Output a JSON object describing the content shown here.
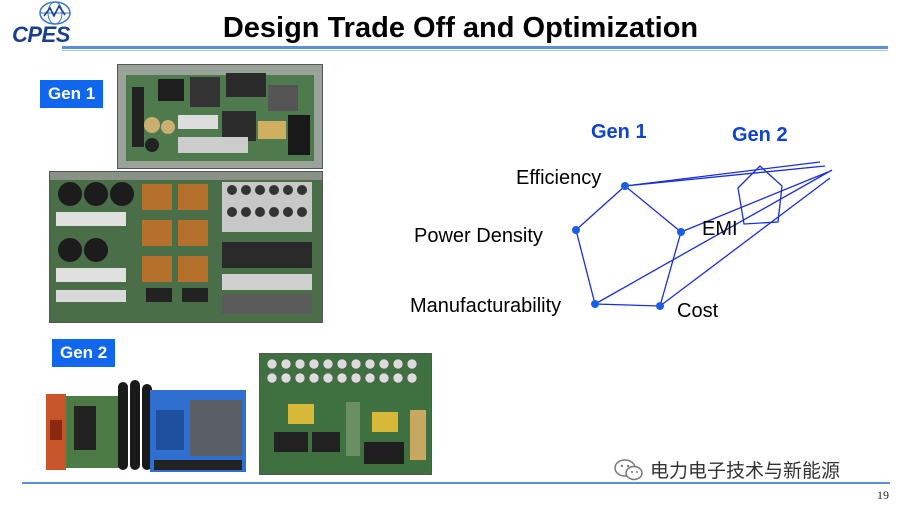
{
  "header": {
    "logo_text": "CPES",
    "title": "Design Trade Off and Optimization"
  },
  "left": {
    "gen1_badge": "Gen 1",
    "gen2_badge": "Gen 2"
  },
  "diagram": {
    "gen1_label": "Gen 1",
    "gen2_label": "Gen 2",
    "axes": {
      "efficiency": "Efficiency",
      "power_density": "Power Density",
      "manufacturability": "Manufacturability",
      "cost": "Cost",
      "emi": "EMI"
    },
    "colors": {
      "line": "#1a2fd6",
      "dot": "#1a5ee8"
    }
  },
  "footer": {
    "watermark": "电力电子技术与新能源",
    "page_number": "19"
  }
}
